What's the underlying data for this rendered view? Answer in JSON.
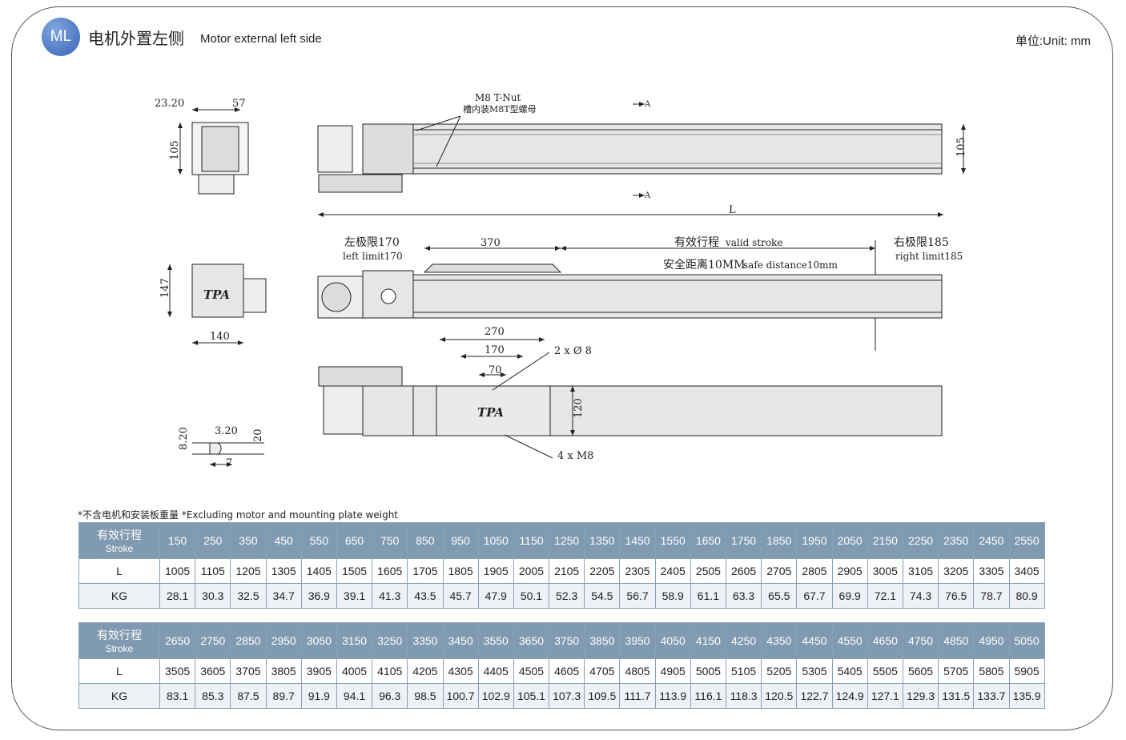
{
  "header": {
    "badge": "ML",
    "title_cn": "电机外置左侧",
    "title_en": "Motor external left side",
    "unit": "单位:Unit: mm"
  },
  "drawing": {
    "top_view": {
      "nut_label_en": "M8 T-Nut",
      "nut_label_cn": "槽内装M8T型螺母",
      "section_mark": "A",
      "height_dim": "105"
    },
    "side_small": {
      "dim_left": "23.20",
      "dim_right": "57",
      "dim_height": "105"
    },
    "end_view": {
      "dim_height": "147",
      "dim_width": "140",
      "logo": "TPA"
    },
    "front_view": {
      "length": "L",
      "left_limit_cn": "左极限170",
      "left_limit_en": "left limit170",
      "carriage_len": "370",
      "valid_stroke_cn": "有效行程",
      "valid_stroke_en": "valid stroke",
      "safe_cn": "安全距离10MM",
      "safe_en": "safe distance10mm",
      "right_limit_cn": "右极限185",
      "right_limit_en": "right limit185"
    },
    "bottom_view": {
      "dim_270": "270",
      "dim_170": "170",
      "dim_70": "70",
      "hole_label": "2 x Ø 8",
      "dim_120": "120",
      "screw_label": "4 x M8",
      "logo": "TPA"
    },
    "slot_detail": {
      "dim_a": "8.20",
      "dim_b": "3.20",
      "dim_c": "20",
      "dim_d": "7"
    }
  },
  "note": "*不含电机和安装板重量 *Excluding motor and mounting plate weight",
  "tables": [
    {
      "header_cn": "有效行程",
      "header_en": "Stroke",
      "stroke": [
        "150",
        "250",
        "350",
        "450",
        "550",
        "650",
        "750",
        "850",
        "950",
        "1050",
        "1150",
        "1250",
        "1350",
        "1450",
        "1550",
        "1650",
        "1750",
        "1850",
        "1950",
        "2050",
        "2150",
        "2250",
        "2350",
        "2450",
        "2550"
      ],
      "L_label": "L",
      "L": [
        "1005",
        "1105",
        "1205",
        "1305",
        "1405",
        "1505",
        "1605",
        "1705",
        "1805",
        "1905",
        "2005",
        "2105",
        "2205",
        "2305",
        "2405",
        "2505",
        "2605",
        "2705",
        "2805",
        "2905",
        "3005",
        "3105",
        "3205",
        "3305",
        "3405"
      ],
      "KG_label": "KG",
      "KG": [
        "28.1",
        "30.3",
        "32.5",
        "34.7",
        "36.9",
        "39.1",
        "41.3",
        "43.5",
        "45.7",
        "47.9",
        "50.1",
        "52.3",
        "54.5",
        "56.7",
        "58.9",
        "61.1",
        "63.3",
        "65.5",
        "67.7",
        "69.9",
        "72.1",
        "74.3",
        "76.5",
        "78.7",
        "80.9"
      ]
    },
    {
      "header_cn": "有效行程",
      "header_en": "Stroke",
      "stroke": [
        "2650",
        "2750",
        "2850",
        "2950",
        "3050",
        "3150",
        "3250",
        "3350",
        "3450",
        "3550",
        "3650",
        "3750",
        "3850",
        "3950",
        "4050",
        "4150",
        "4250",
        "4350",
        "4450",
        "4550",
        "4650",
        "4750",
        "4850",
        "4950",
        "5050"
      ],
      "L_label": "L",
      "L": [
        "3505",
        "3605",
        "3705",
        "3805",
        "3905",
        "4005",
        "4105",
        "4205",
        "4305",
        "4405",
        "4505",
        "4605",
        "4705",
        "4805",
        "4905",
        "5005",
        "5105",
        "5205",
        "5305",
        "5405",
        "5505",
        "5605",
        "5705",
        "5805",
        "5905"
      ],
      "KG_label": "KG",
      "KG": [
        "83.1",
        "85.3",
        "87.5",
        "89.7",
        "91.9",
        "94.1",
        "96.3",
        "98.5",
        "100.7",
        "102.9",
        "105.1",
        "107.3",
        "109.5",
        "111.7",
        "113.9",
        "116.1",
        "118.3",
        "120.5",
        "122.7",
        "124.9",
        "127.1",
        "129.3",
        "131.5",
        "133.7",
        "135.9"
      ]
    }
  ]
}
